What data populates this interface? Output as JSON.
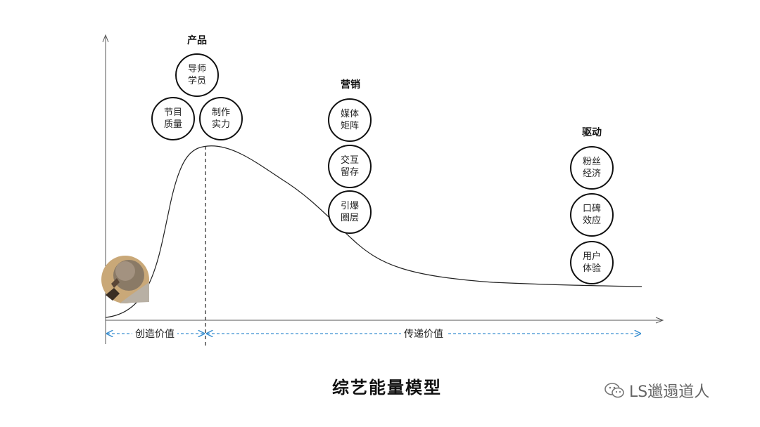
{
  "title": "综艺能量模型",
  "watermark": "LS邋遢道人",
  "groups": [
    {
      "title": "产品",
      "items": [
        "导师学员",
        "节目质量",
        "制作实力"
      ]
    },
    {
      "title": "营销",
      "items": [
        "媒体矩阵",
        "交互留存",
        "引爆圈层"
      ]
    },
    {
      "title": "驱动",
      "items": [
        "粉丝经济",
        "口碑效应",
        "用户体验"
      ]
    }
  ],
  "phases": [
    "创造价值",
    "传递价值"
  ],
  "icons": {
    "person_pushing_boulder": "boulder-icon",
    "watermark": "wechat-icon"
  },
  "colors": {
    "axis": "#555555",
    "curve": "#222222",
    "phase_arrow": "#3a8fd0",
    "circle_border": "#111111"
  }
}
